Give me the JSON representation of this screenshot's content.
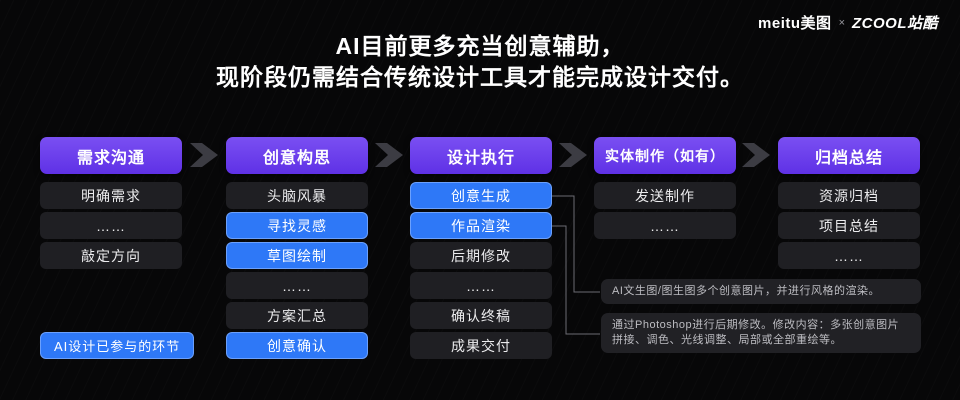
{
  "brand": {
    "meitu": "meitu美图",
    "separator": "×",
    "zcool": "ZCOOL站酷"
  },
  "title": {
    "line1": "AI目前更多充当创意辅助，",
    "line2": "现阶段仍需结合传统设计工具才能完成设计交付。"
  },
  "legend": {
    "label": "AI设计已参与的环节"
  },
  "colors": {
    "accent_purple_1": "#7a4ff2",
    "accent_purple_2": "#5f31e6",
    "accent_blue": "#2e78f7",
    "box_dark": "#1f1f23",
    "bg": "#070708"
  },
  "columns": [
    {
      "header": "需求沟通",
      "items": [
        {
          "label": "明确需求",
          "ai": false
        },
        {
          "label": "……",
          "ai": false
        },
        {
          "label": "敲定方向",
          "ai": false
        }
      ]
    },
    {
      "header": "创意构思",
      "items": [
        {
          "label": "头脑风暴",
          "ai": false
        },
        {
          "label": "寻找灵感",
          "ai": true
        },
        {
          "label": "草图绘制",
          "ai": true
        },
        {
          "label": "……",
          "ai": false
        },
        {
          "label": "方案汇总",
          "ai": false
        },
        {
          "label": "创意确认",
          "ai": true
        }
      ]
    },
    {
      "header": "设计执行",
      "items": [
        {
          "label": "创意生成",
          "ai": true
        },
        {
          "label": "作品渲染",
          "ai": true
        },
        {
          "label": "后期修改",
          "ai": false
        },
        {
          "label": "……",
          "ai": false
        },
        {
          "label": "确认终稿",
          "ai": false
        },
        {
          "label": "成果交付",
          "ai": false
        }
      ]
    },
    {
      "header": "实体制作（如有）",
      "items": [
        {
          "label": "发送制作",
          "ai": false
        },
        {
          "label": "……",
          "ai": false
        }
      ]
    },
    {
      "header": "归档总结",
      "items": [
        {
          "label": "资源归档",
          "ai": false
        },
        {
          "label": "项目总结",
          "ai": false
        },
        {
          "label": "……",
          "ai": false
        }
      ]
    }
  ],
  "annotations": [
    {
      "text": "AI文生图/图生图多个创意图片，并进行风格的渲染。"
    },
    {
      "text": "通过Photoshop进行后期修改。修改内容：多张创意图片拼接、调色、光线调整、局部或全部重绘等。"
    }
  ]
}
